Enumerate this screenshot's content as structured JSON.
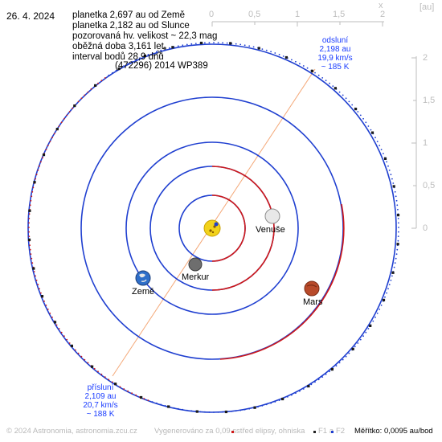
{
  "header": {
    "date": "26. 4. 2024",
    "info_lines": [
      "planetka 2,697 au od Země",
      "planetka 2,182 au od Slunce",
      "pozorovaná hv. velikost ~ 22,3 mag",
      "oběžná doba 3,161 let",
      "interval bodů 28,9 dnů"
    ],
    "object_name": "(472296) 2014 WP389"
  },
  "scale_top": {
    "ticks": [
      "0",
      "0,5",
      "1",
      "1,5",
      "2"
    ],
    "axis_letter": "x",
    "unit": "[au]"
  },
  "scale_right": {
    "ticks": [
      "2",
      "1,5",
      "1",
      "0,5",
      "0"
    ]
  },
  "aphelion": {
    "title": "odsluní",
    "distance": "2,198 au",
    "speed": "19,9 km/s",
    "temperature": "~ 185 K"
  },
  "perihelion": {
    "title": "přísluní",
    "distance": "2,109 au",
    "speed": "20,7 km/s",
    "temperature": "~ 188 K"
  },
  "planets": {
    "mercury": "Merkur",
    "venus": "Venuše",
    "earth": "Země",
    "mars": "Mars"
  },
  "footer": {
    "copyright": "© 2024 Astronomia, astronomia.zcu.cz",
    "generated": "Vygenerováno za 0,09 s",
    "legend_center": "střed elipsy, ohniska",
    "legend_f1": "F1 a",
    "legend_f2": "F2",
    "scale": "Měřítko: 0,0095 au/bod"
  },
  "colors": {
    "orbit_blue": "#1f3fd0",
    "orbit_red": "#d01818",
    "asteroid_line": "#f4a878",
    "sun": "#f2d21a",
    "text_blue": "#1a3cff"
  }
}
